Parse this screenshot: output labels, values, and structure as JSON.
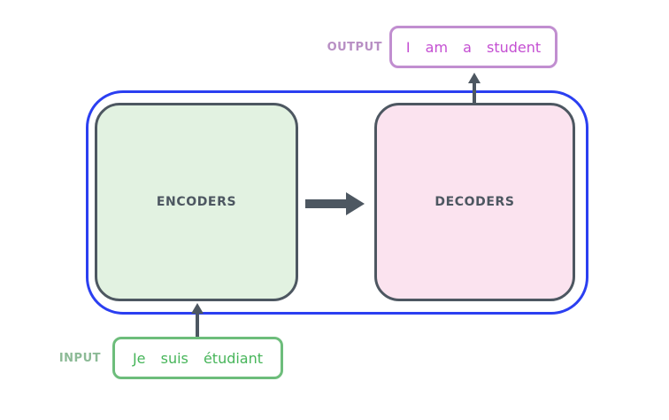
{
  "diagram": {
    "title": "transformer-encoder-decoder-overview",
    "container": {
      "encoders_label": "ENCODERS",
      "decoders_label": "DECODERS"
    },
    "output": {
      "label": "OUTPUT",
      "sentence": "I am a student"
    },
    "input": {
      "label": "INPUT",
      "sentence": "Je suis étudiant"
    },
    "arrows": [
      {
        "name": "input-to-encoders",
        "direction": "up"
      },
      {
        "name": "encoders-to-decoders",
        "direction": "right"
      },
      {
        "name": "decoders-to-output",
        "direction": "up"
      }
    ]
  },
  "colors": {
    "container-blue": "#2b3ff1",
    "box-border-gray": "#4d5761",
    "arrow-gray": "#4d5761",
    "encoder-fill": "#e2f2e1",
    "decoder-fill": "#fbe3ef",
    "output-border": "#c18ed0",
    "output-text": "#c44fd2",
    "output-label": "#b88fc4",
    "input-border": "#6dbd7b",
    "input-text": "#47b55a",
    "input-label": "#8cba96"
  }
}
